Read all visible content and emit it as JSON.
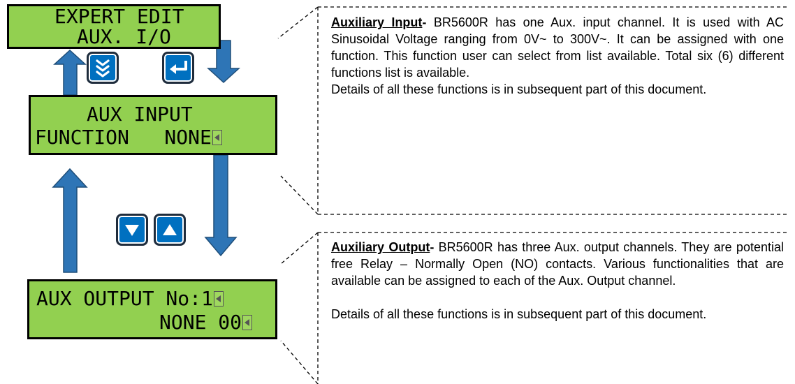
{
  "screens": {
    "expert_edit": {
      "line1": "EXPERT EDIT",
      "line2": "AUX. I/O"
    },
    "aux_input": {
      "line1": "AUX INPUT",
      "line2": "FUNCTION   NONE"
    },
    "aux_output": {
      "line1": "AUX OUTPUT No:1",
      "line2": "NONE 00"
    }
  },
  "buttons": {
    "down_page": "down-page-icon",
    "enter": "enter-icon",
    "down": "down-icon",
    "up": "up-icon"
  },
  "notes": {
    "aux_input": {
      "heading": "Auxiliary Input",
      "dash": "-",
      "body": " BR5600R has one Aux. input channel. It is used with AC Sinusoidal Voltage ranging from 0V~ to 300V~. It can be assigned with one function. This function user can select from list available. Total six (6) different functions list is available.",
      "details": "Details of all these functions is in subsequent part of this document."
    },
    "aux_output": {
      "heading": "Auxiliary Output",
      "dash": "-",
      "body": " BR5600R has three Aux. output channels. They are potential free Relay – Normally Open (NO) contacts. Various functionalities that are available can be assigned to each of the Aux. Output channel.",
      "details": "Details of all these functions is in subsequent part of this document."
    }
  },
  "colors": {
    "lcd": "#92d050",
    "arrow": "#2e75b6",
    "button": "#0070c0"
  }
}
